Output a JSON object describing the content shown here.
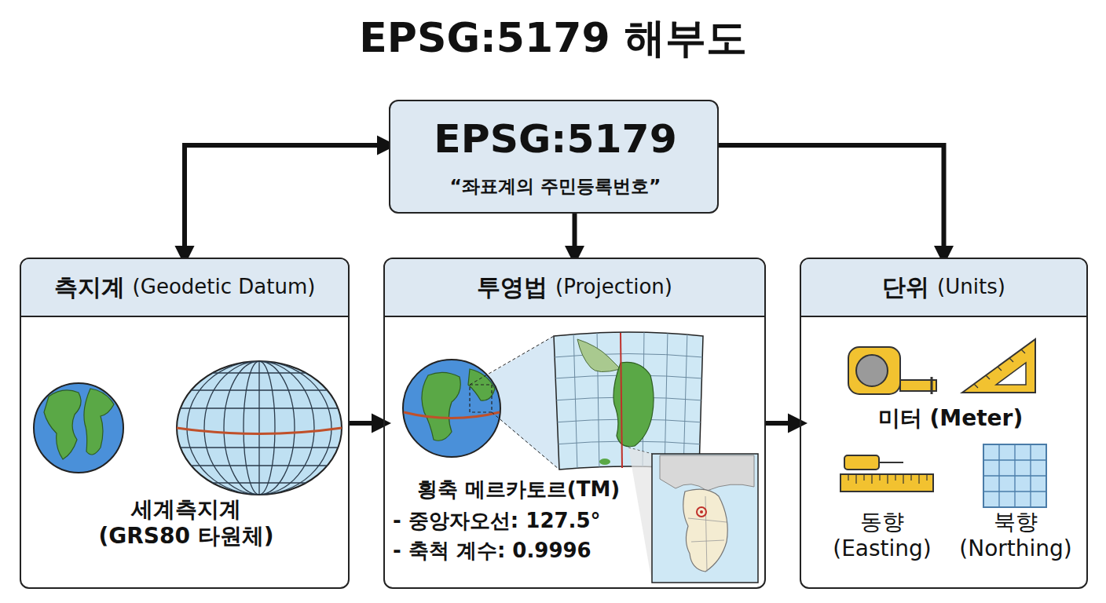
{
  "diagram": {
    "title": "EPSG:5179 해부도",
    "nodes": [
      {
        "text": [
          "EPSG:5179",
          "“좌표계의 주민등록번호”"
        ]
      },
      {
        "text": [
          "측지계",
          "(Geodetic Datum)",
          "세계측지계 (GRS80 타원체)"
        ]
      },
      {
        "text": [
          "투영법",
          "(Projection)",
          "횡축 메르카토르(TM)",
          "- 중앙자오선: 127.5°",
          "- 축척 계수: 0.9996"
        ]
      },
      {
        "text": [
          "단위",
          "(Units)",
          "미터 (Meter)",
          "동향 (Easting)",
          "북향 (Northing)"
        ]
      }
    ],
    "edges": [
      {
        "from": 0,
        "to": 1,
        "arrow": "both"
      },
      {
        "from": 0,
        "to": 2,
        "arrow": "to"
      },
      {
        "from": 0,
        "to": 3,
        "arrow": "to"
      },
      {
        "from": 1,
        "to": 2,
        "arrow": "to"
      },
      {
        "from": 2,
        "to": 3,
        "arrow": "to"
      }
    ]
  }
}
